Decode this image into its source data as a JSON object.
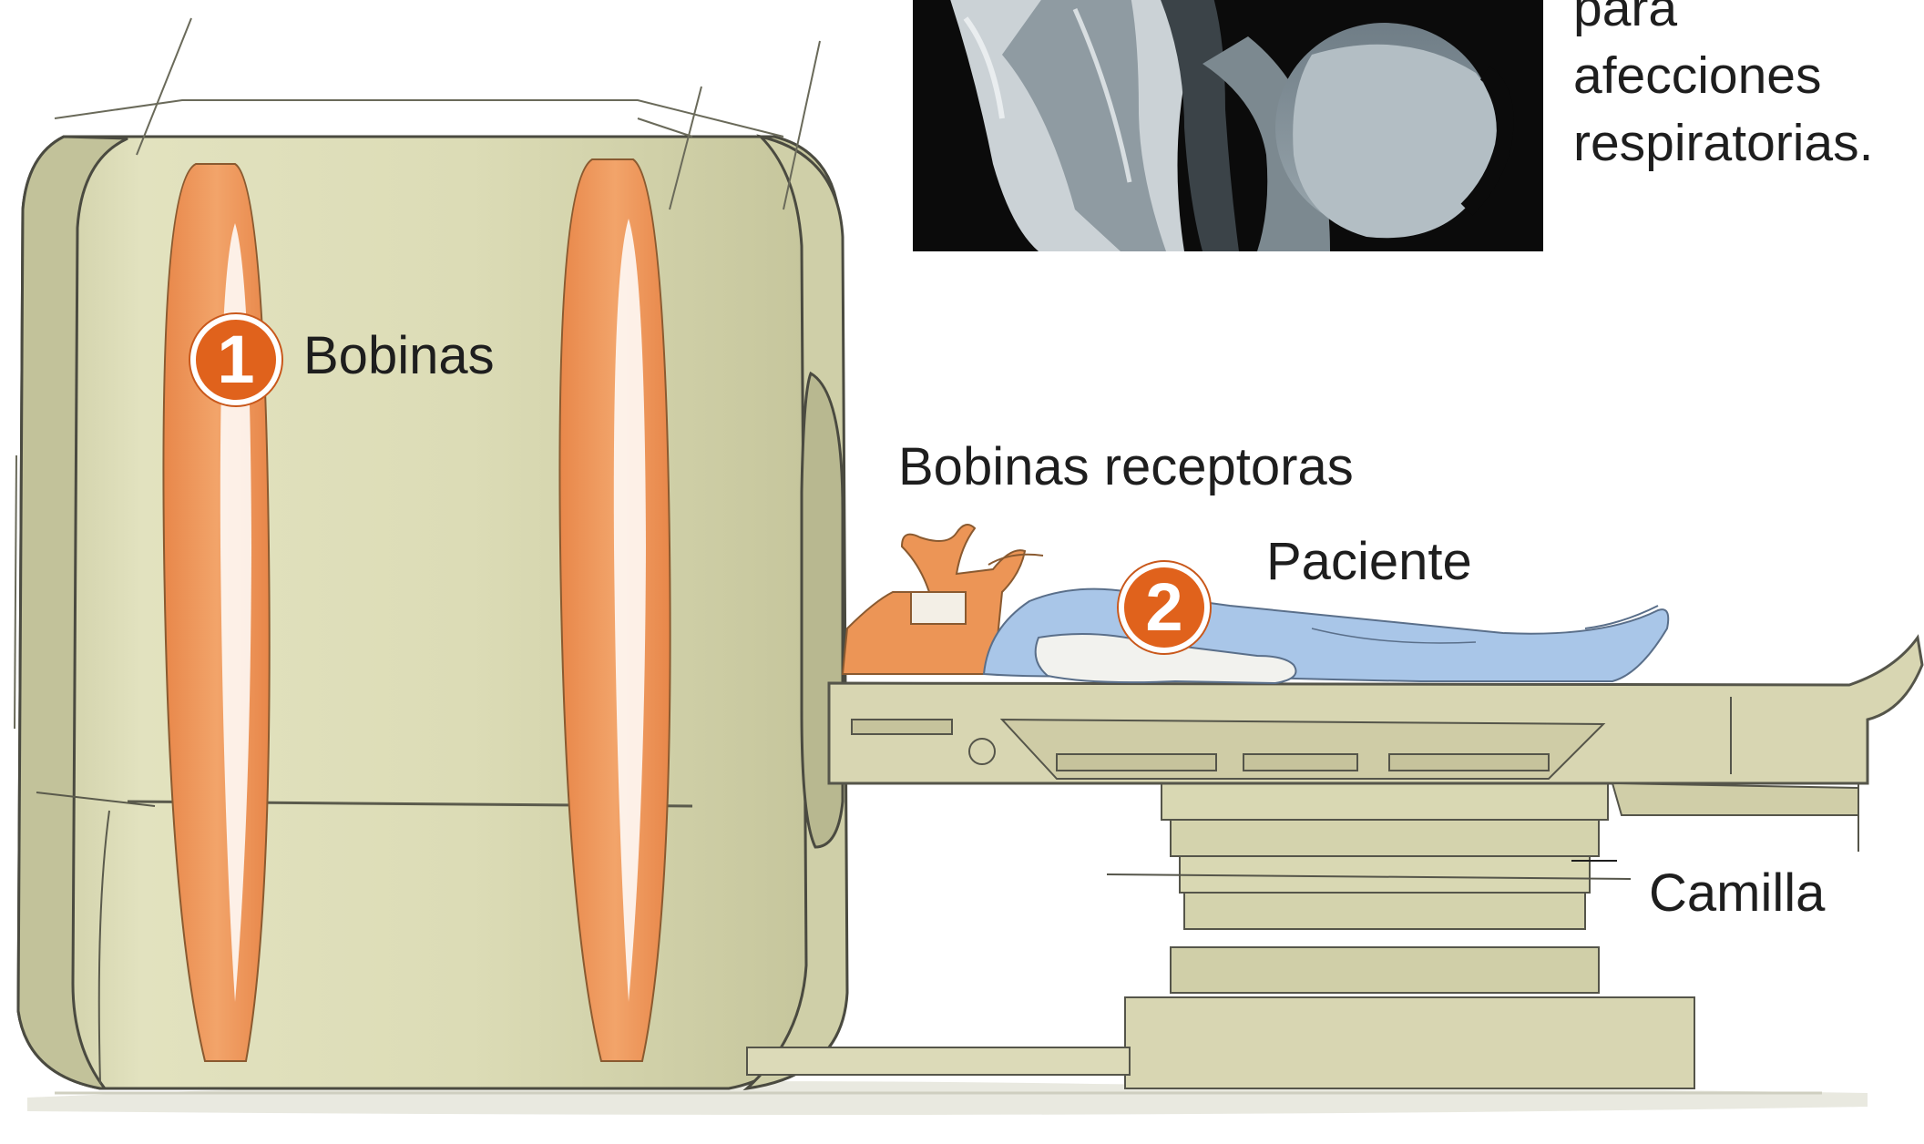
{
  "labels": {
    "coils": "Bobinas",
    "receiver_coils": "Bobinas receptoras",
    "patient": "Paciente",
    "table": "Camilla"
  },
  "badges": {
    "one": "1",
    "two": "2"
  },
  "caption": {
    "line1": "para",
    "line2": "afecciones",
    "line3": "respiratorias."
  },
  "colors": {
    "scanner_body": "#dcdcb4",
    "coil_orange": "#ef9a5a",
    "badge_orange": "#e0621c",
    "patient_blue": "#a9c6e8",
    "table_tan": "#d8d6b2"
  }
}
